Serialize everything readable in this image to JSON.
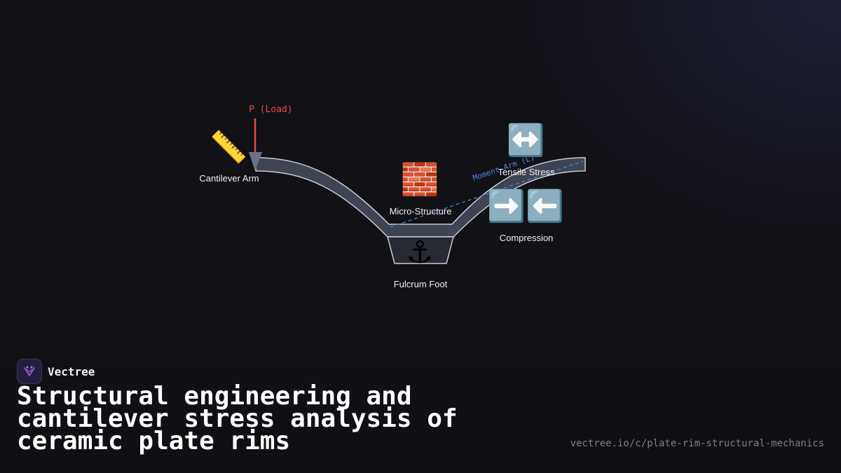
{
  "diagram": {
    "load_label": "P (Load)",
    "moment_label": "Moment Arm (L)",
    "nodes": {
      "cantilever_arm": {
        "label": "Cantilever Arm",
        "icon": "📏",
        "icon_name": "ruler-icon"
      },
      "micro_structure": {
        "label": "Micro-Structure",
        "icon": "🧱",
        "icon_name": "brick-icon"
      },
      "fulcrum_foot": {
        "label": "Fulcrum Foot",
        "icon": "⚓",
        "icon_name": "anchor-icon"
      },
      "tensile_stress": {
        "label": "Tensile Stress",
        "icon": "↔️",
        "icon_name": "left-right-arrow-icon"
      },
      "compression": {
        "label": "Compression",
        "icon": "➡️⬅️",
        "icon_name": "compression-arrows-icon"
      }
    },
    "colors": {
      "load": "#e8474b",
      "moment": "#4f86e0",
      "plate_fill": "#3f4452",
      "plate_stroke": "#c9ccd6"
    }
  },
  "brand": {
    "name": "Vectree"
  },
  "title": "Structural engineering and cantilever stress analysis of ceramic plate rims",
  "url": "vectree.io/c/plate-rim-structural-mechanics"
}
